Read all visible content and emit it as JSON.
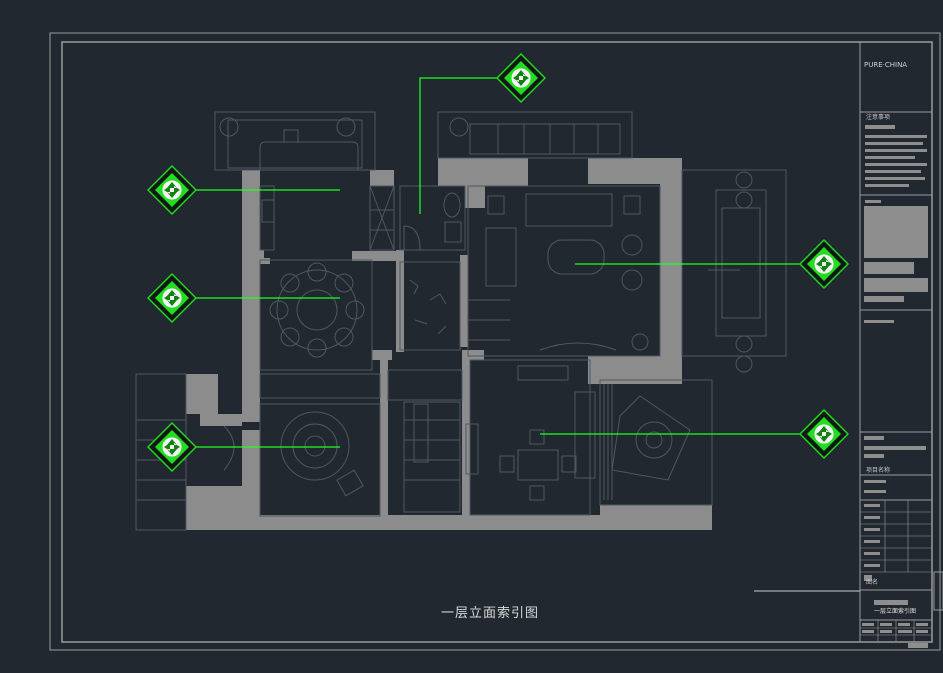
{
  "drawing": {
    "title": "一层立面索引图",
    "colors": {
      "background": "#212830",
      "frame": "#9a9a9a",
      "wall": "#8c8c8c",
      "linework": "#4e5864",
      "leader": "#22ff22",
      "symbol": "#22dd22"
    }
  },
  "title_block": {
    "logo_text": "PURE·CHINA",
    "row_labels": [
      "注意事项",
      "项目名称",
      "图名"
    ],
    "bottom_label": "一层立面索引图"
  },
  "index_symbols": [
    {
      "name": "elevation-index-top-icon"
    },
    {
      "name": "elevation-index-kitchen-icon"
    },
    {
      "name": "elevation-index-dining-icon"
    },
    {
      "name": "elevation-index-entry-icon"
    },
    {
      "name": "elevation-index-living-icon"
    },
    {
      "name": "elevation-index-tearoom-icon"
    }
  ]
}
